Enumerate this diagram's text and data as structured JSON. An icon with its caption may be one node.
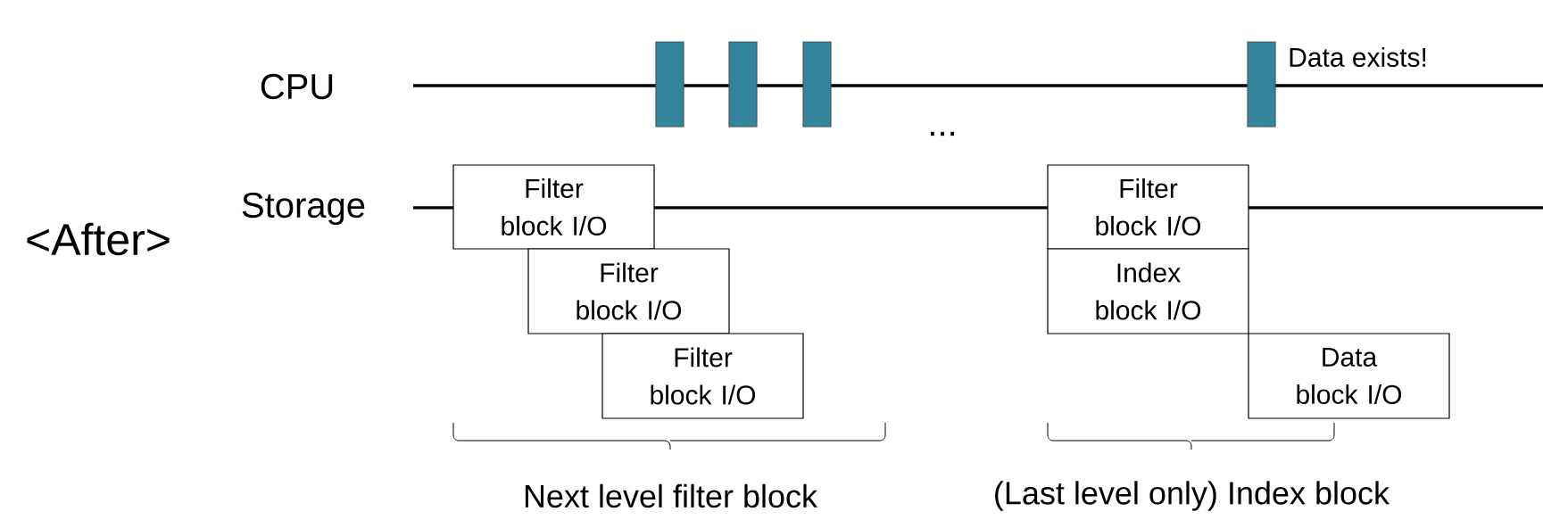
{
  "diagram": {
    "nodes": [
      {
        "text": [],
        "shape": "box"
      },
      {
        "text": [],
        "shape": "box"
      },
      {
        "text": [],
        "shape": "box"
      },
      {
        "text": [],
        "shape": "box",
        "beside": [
          "Data exists!"
        ]
      },
      {
        "text": [
          "Filter block I/O"
        ]
      },
      {
        "text": [
          "Filter block I/O"
        ]
      },
      {
        "text": [
          "Filter block I/O"
        ]
      },
      {
        "text": [
          "Filter block I/O"
        ]
      },
      {
        "text": [
          "Index block I/O"
        ]
      },
      {
        "text": [
          "Data block I/O"
        ]
      }
    ],
    "labels": [
      "CPU",
      "...",
      "Storage",
      "<After>",
      "Next level filter block",
      "(Last level only) Index block"
    ]
  }
}
